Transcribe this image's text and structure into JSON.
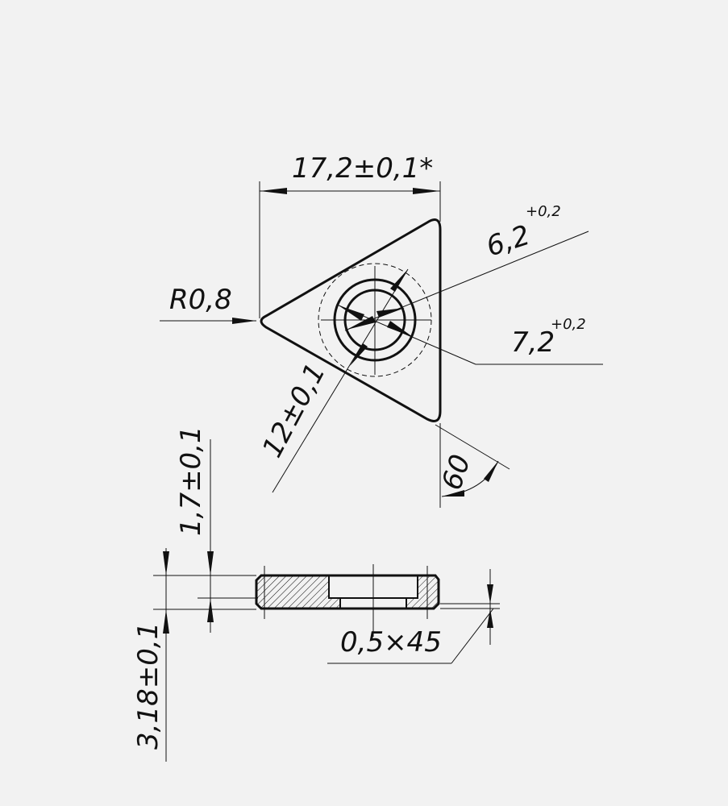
{
  "dimensions": {
    "width_overall": "17,2±0,1*",
    "corner_radius": "R0,8",
    "inner_hole_diameter": "6,2",
    "inner_hole_tolerance": "+0,2",
    "counterbore_diameter": "7,2",
    "counterbore_tolerance": "+0,2",
    "inscribed_circle": "12±0,1",
    "angle": "60",
    "step_height": "1,7±0,1",
    "total_thickness": "3,18±0,1",
    "chamfer": "0,5×45"
  },
  "colors": {
    "background": "#f2f2f2",
    "line": "#111111"
  }
}
